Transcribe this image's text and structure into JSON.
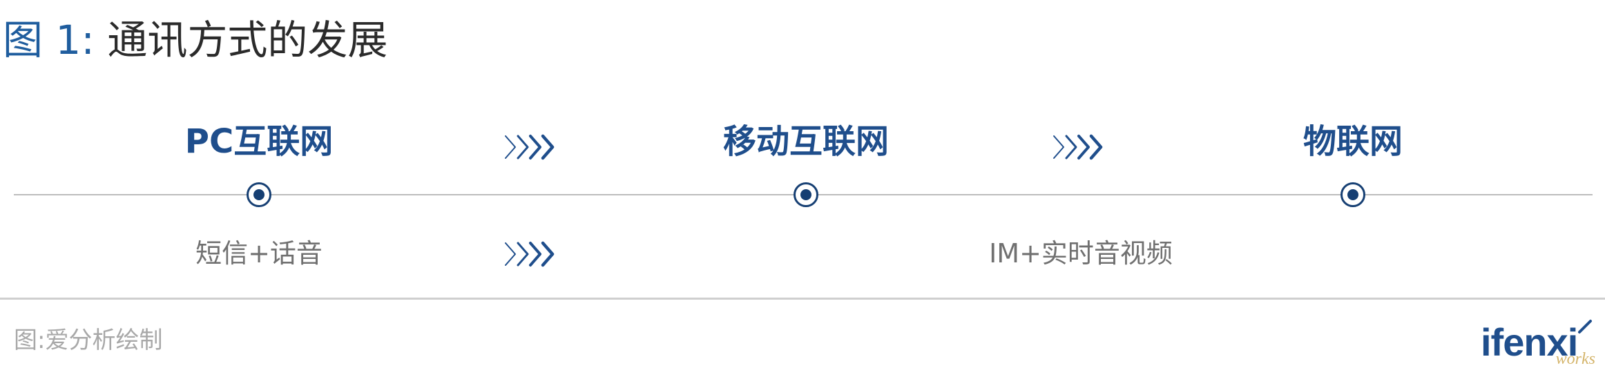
{
  "title": {
    "label": "图 1:",
    "text": "通讯方式的发展"
  },
  "stages": [
    {
      "name": "PC互联网"
    },
    {
      "name": "移动互联网"
    },
    {
      "name": "物联网"
    }
  ],
  "technologies": [
    {
      "text": "短信+话音"
    },
    {
      "text": "IM+实时音视频"
    }
  ],
  "footer": {
    "source": "图:爱分析绘制"
  },
  "logo": {
    "brand": "ifenxi",
    "sub": "works"
  },
  "colors": {
    "stage_text": "#1f4e8c",
    "node": "#163f73",
    "chevron": "#1f4e8c",
    "title_label": "#1f5d9e"
  },
  "icons": {
    "stage_node": "target-node-icon",
    "arrow": "chevron-arrows-icon"
  }
}
